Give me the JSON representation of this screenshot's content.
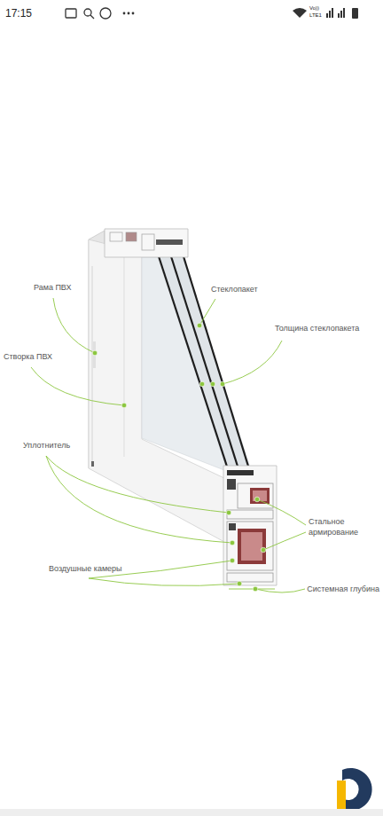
{
  "diagram": {
    "labels": [
      "17:15",
      "Vo))",
      "LTE1",
      "Рама ПВХ",
      "Стеклопакет",
      "Толщина стеклопакета",
      "Створка ПВХ",
      "Уплотнитель",
      "Стальное армирование",
      "Воздушные камеры",
      "Системная глубина"
    ]
  }
}
